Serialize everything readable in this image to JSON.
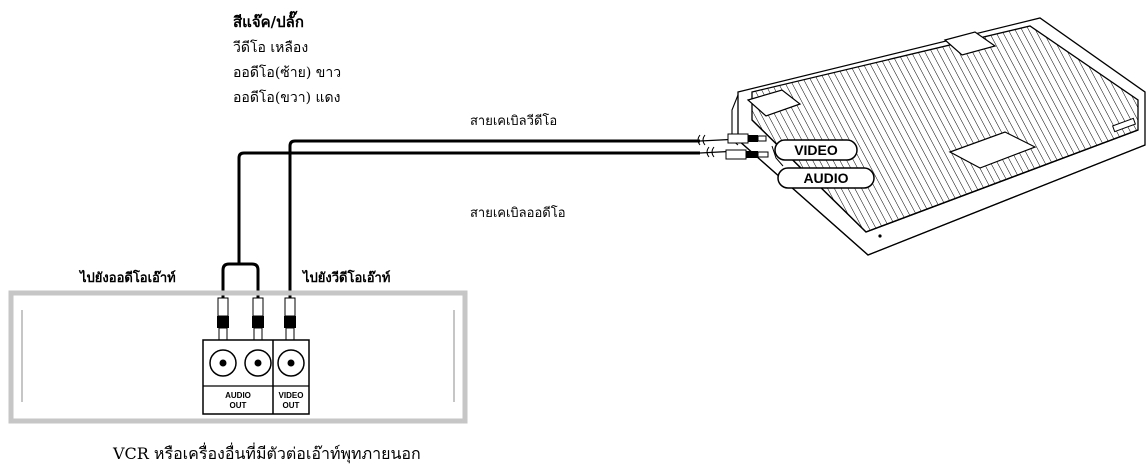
{
  "color_legend": {
    "title": "สีแจ๊ค/ปลั๊ก",
    "lines": [
      "วีดีโอ เหลือง",
      "ออดีโอ(ซ้าย) ขาว",
      "ออดีโอ(ขวา) แดง"
    ]
  },
  "cables": {
    "video_label": "สายเคเบิลวีดีโอ",
    "audio_label": "สายเคเบิลออดีโอ"
  },
  "laptop_ports": {
    "video": "VIDEO",
    "audio": "AUDIO"
  },
  "vcr_connectors": {
    "audio_out_label": "ไปยังออดีโอเอ๊าท์",
    "video_out_label": "ไปยังวีดีโอเอ๊าท์"
  },
  "vcr_panel": {
    "audio_label_line1": "AUDIO",
    "audio_label_line2": "OUT",
    "video_label_line1": "VIDEO",
    "video_label_line2": "OUT"
  },
  "caption": "VCR หรือเครื่องอื่นที่มีตัวต่อเอ๊าท์พุทภายนอก"
}
